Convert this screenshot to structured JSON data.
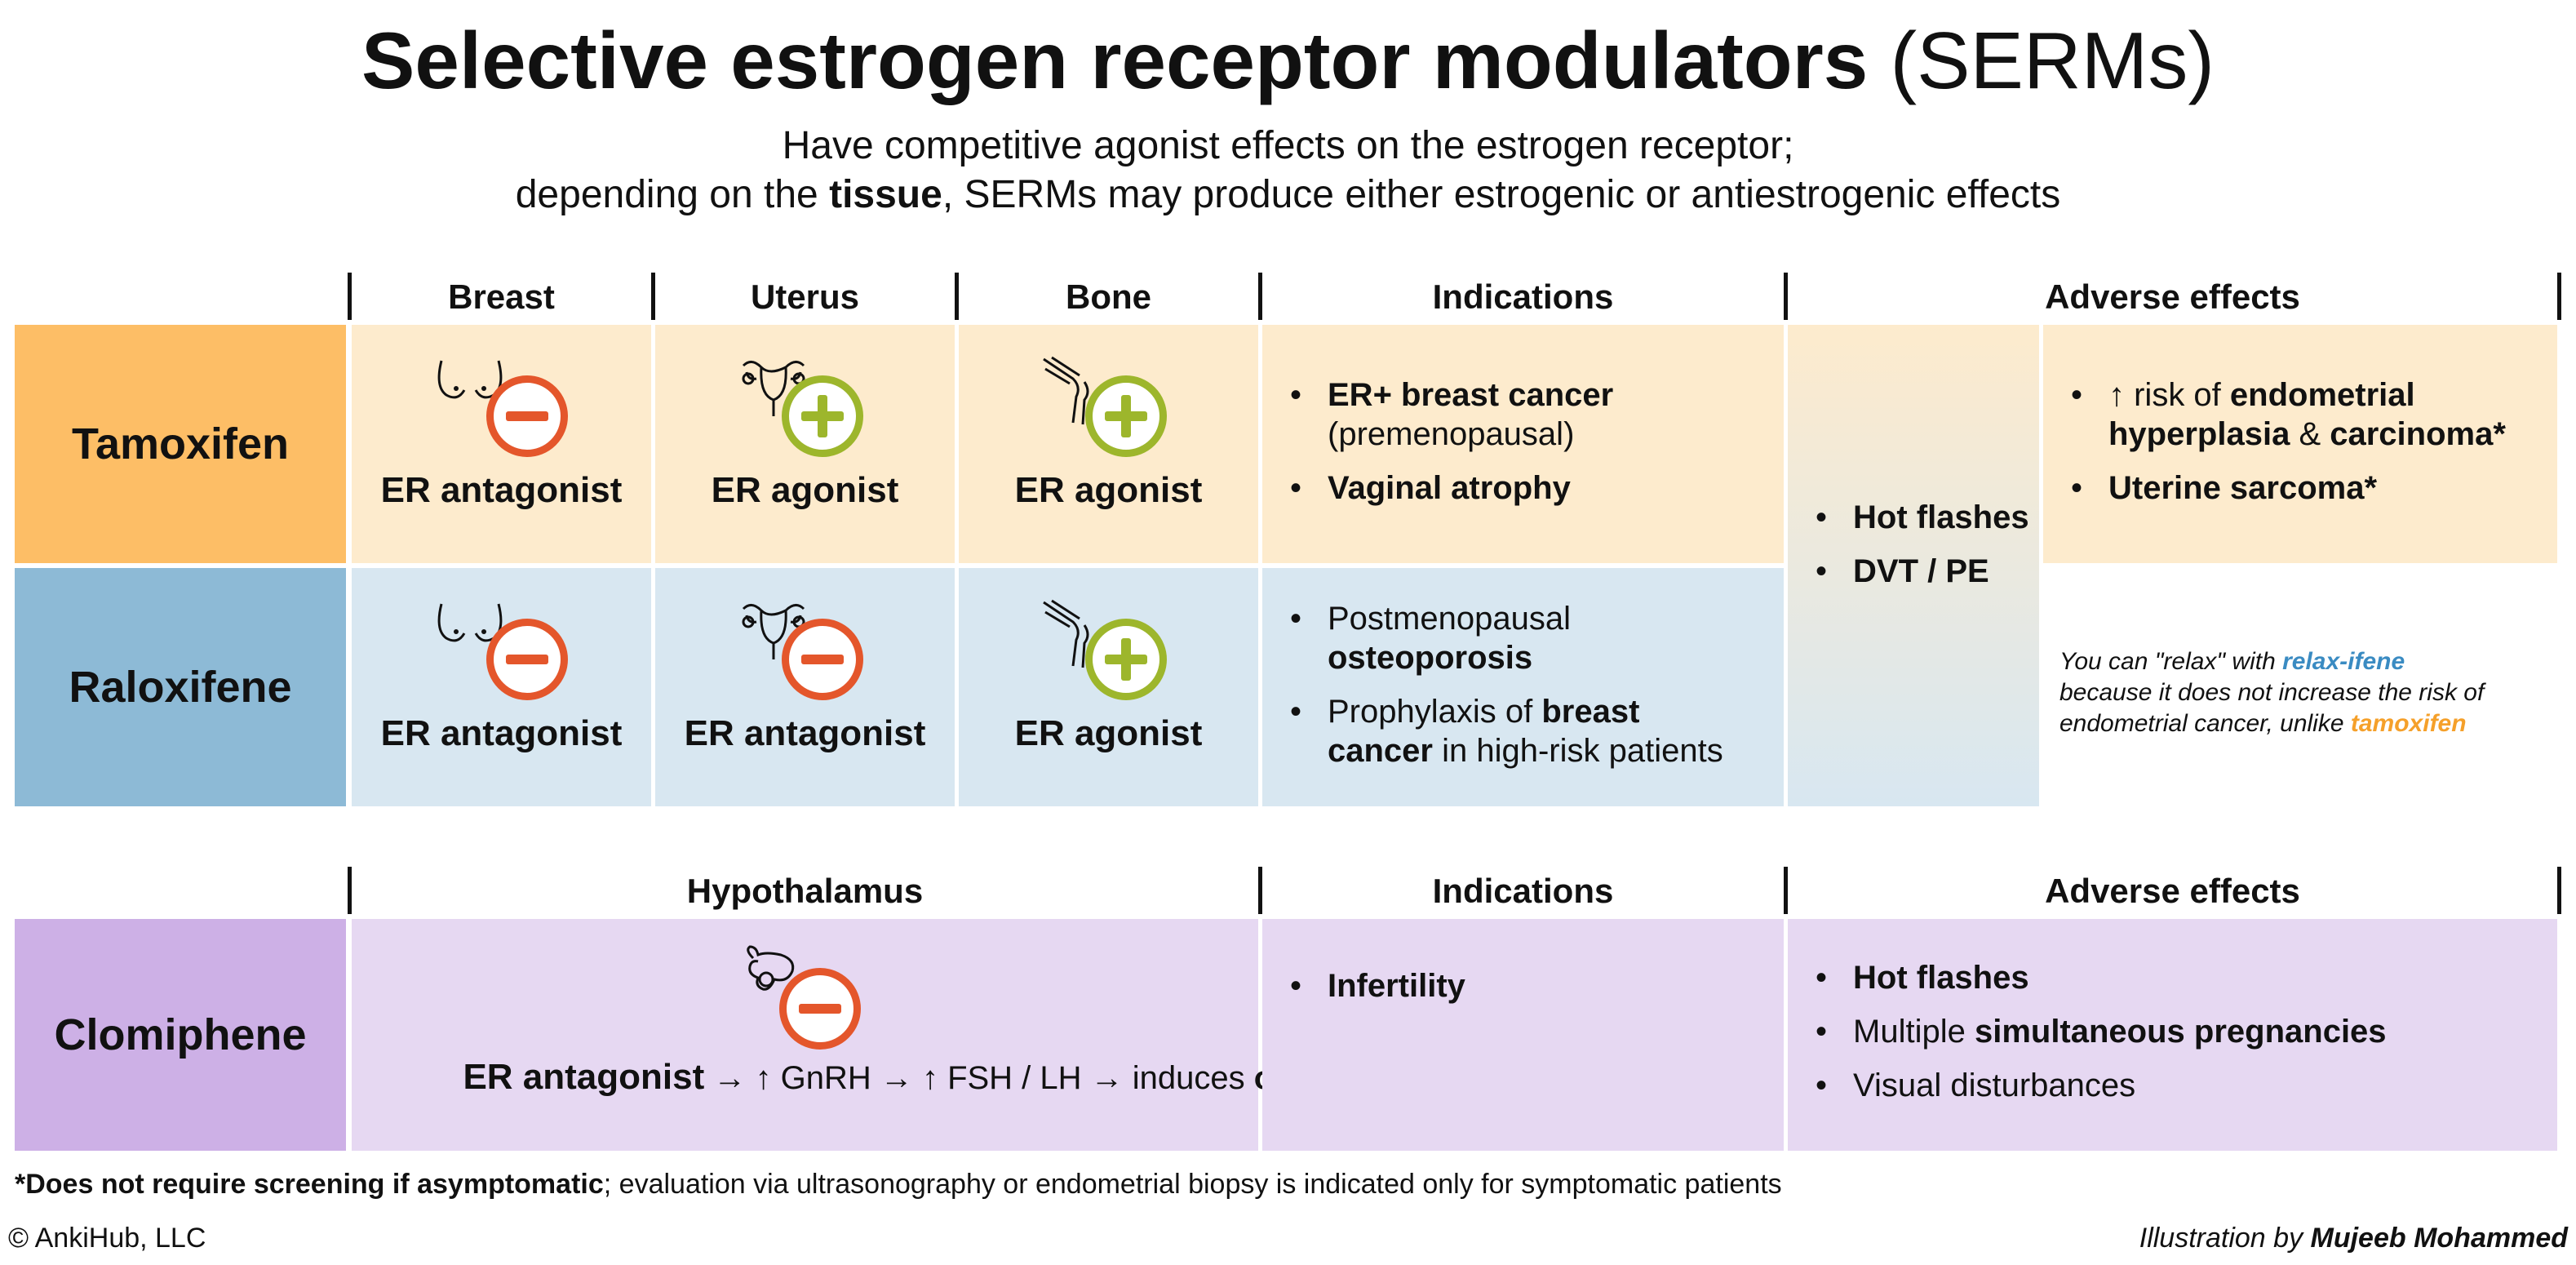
{
  "title": {
    "bold": "Selective estrogen receptor modulators",
    "rest": " (SERMs)"
  },
  "subtitle": {
    "line1": "Have competitive agonist effects on the estrogen receptor;",
    "line2_a": "depending on the ",
    "line2_bold": "tissue",
    "line2_b": ", SERMs may produce either estrogenic or antiestrogenic effects"
  },
  "table1": {
    "headers": {
      "breast": "Breast",
      "uterus": "Uterus",
      "bone": "Bone",
      "indications": "Indications",
      "adverse": "Adverse effects"
    },
    "tamoxifen": {
      "name": "Tamoxifen",
      "breast": "ER antagonist",
      "uterus": "ER agonist",
      "bone": "ER agonist",
      "ind1_bold": "ER+ breast cancer",
      "ind1_rest": "(premenopausal)",
      "ind2_bold": "Vaginal atrophy",
      "adv1_a": "↑ risk of ",
      "adv1_b": "endometrial",
      "adv1_c": "hyperplasia",
      "adv1_d": " & ",
      "adv1_e": "carcinoma*",
      "adv2": "Uterine sarcoma*"
    },
    "raloxifene": {
      "name": "Raloxifene",
      "breast": "ER antagonist",
      "uterus": "ER antagonist",
      "bone": "ER agonist",
      "ind1_a": "Postmenopausal",
      "ind1_bold": "osteoporosis",
      "ind2_a": "Prophylaxis of ",
      "ind2_bold1": "breast",
      "ind2_bold2": "cancer",
      "ind2_b": " in high-risk patients"
    },
    "shared_adverse": {
      "item1": "Hot flashes",
      "item2": "DVT / PE"
    },
    "note": {
      "a": "You can \"relax\" with ",
      "relax": "relax-ifene",
      "b": "because it does not increase the risk of",
      "c": "endometrial cancer, unlike ",
      "tam": "tamoxifen"
    }
  },
  "table2": {
    "headers": {
      "hypothalamus": "Hypothalamus",
      "indications": "Indications",
      "adverse": "Adverse effects"
    },
    "clomiphene": {
      "name": "Clomiphene",
      "mech_bold": "ER antagonist",
      "mech_rest": " → ↑ GnRH → ↑ FSH / LH → induces ",
      "mech_bold2": "ovulation",
      "ind1": "Infertility",
      "adv1": "Hot flashes",
      "adv2_a": "Multiple ",
      "adv2_bold": "simultaneous pregnancies",
      "adv3": "Visual disturbances"
    }
  },
  "footnote": {
    "bold": "*Does not require screening if asymptomatic",
    "rest": "; evaluation via ultrasonography or endometrial biopsy is indicated only for symptomatic patients"
  },
  "copyright": "© AnkiHub, LLC",
  "credit": {
    "a": "Illustration by ",
    "bold": "Mujeeb Mohammed"
  },
  "colors": {
    "tamoxifen": "#FDBE66",
    "tamoxifen_light": "#FDEBCD",
    "raloxifene": "#8DBAD6",
    "raloxifene_light": "#D8E7F1",
    "clomiphene": "#CDB0E6",
    "clomiphene_light": "#E6D8F2",
    "antagonist": "#E4562B",
    "agonist": "#9DB62C"
  },
  "icons": [
    "breast-icon",
    "uterus-icon",
    "bone-joint-icon",
    "hypothalamus-pituitary-icon",
    "minus-sign-icon",
    "plus-sign-icon"
  ]
}
